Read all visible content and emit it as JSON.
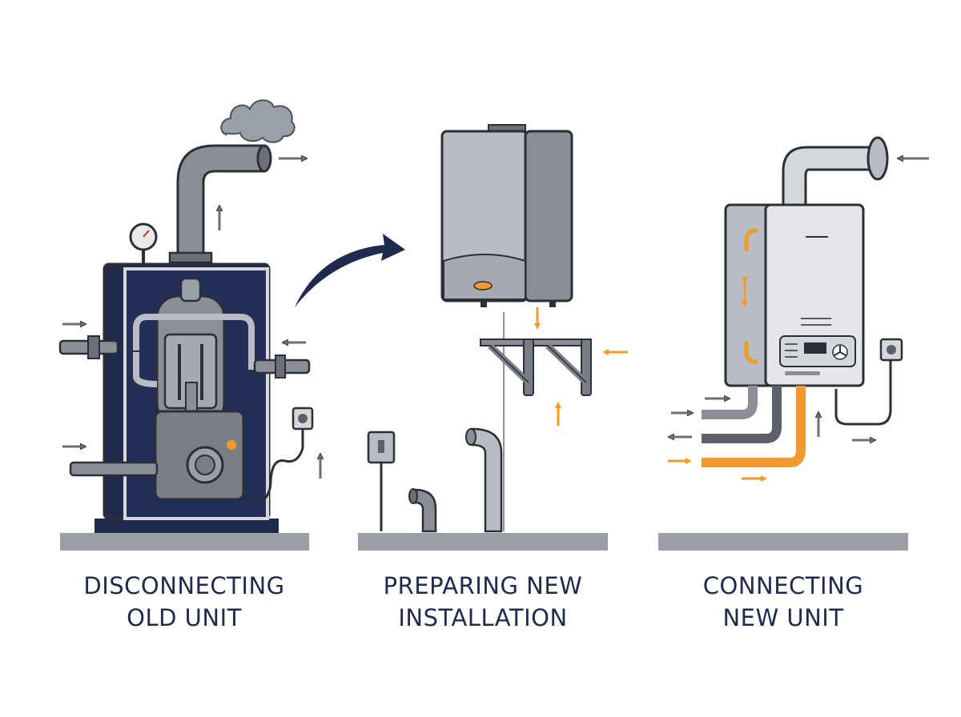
{
  "colors": {
    "navy": "#1f2a4d",
    "gray_dark": "#5c6169",
    "gray_mid": "#8a8f97",
    "gray_light": "#b9bdc3",
    "gray_pale": "#d4d7db",
    "orange": "#f39a2d",
    "ground": "#9b9fa5",
    "outline": "#2b2f36"
  },
  "steps": [
    {
      "line1": "DISCONNECTING",
      "line2": "OLD UNIT",
      "icon": "old-furnace-icon"
    },
    {
      "line1": "PREPARING NEW",
      "line2": "INSTALLATION",
      "icon": "new-boiler-mounting-icon"
    },
    {
      "line1": "CONNECTING",
      "line2": "NEW UNIT",
      "icon": "combi-boiler-icon"
    }
  ]
}
